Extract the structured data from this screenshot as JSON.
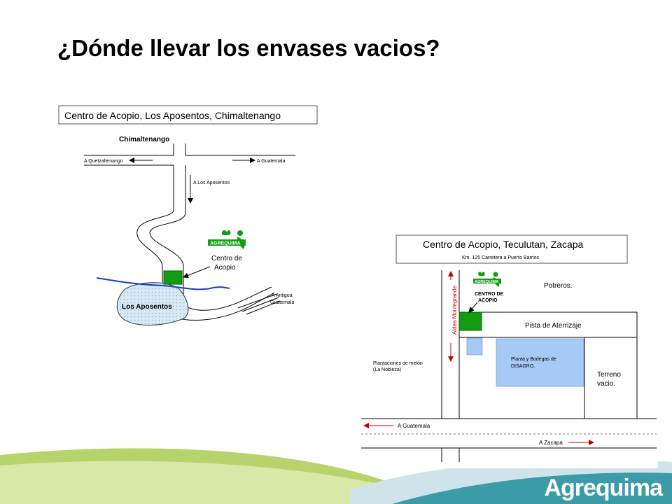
{
  "slide": {
    "title": "¿Dónde llevar los envases vacios?"
  },
  "map1": {
    "title": "Centro de Acopio, Los Aposentos, Chimaltenango",
    "town": "Chimaltenango",
    "to_quetzaltenango": "A Quetzaltenango",
    "to_guatemala": "A Guatemala",
    "to_aposentos": "A Los Aposentos",
    "center_label_1": "Centro de",
    "center_label_2": "Acopio",
    "lake_label": "Los Aposentos",
    "to_antigua_1": "A Antigua",
    "to_antigua_2": "Guatemala",
    "logo_word": "AGREQUIMA",
    "colors": {
      "center": "#129c12",
      "river": "#1a3ebf",
      "lake": "#d6e9f5"
    }
  },
  "map2": {
    "title": "Centro de Acopio, Teculutan, Zacapa",
    "subtitle": "Km. 125 Carretera a Puerto Barrios",
    "potreros": "Potreros.",
    "center_label_1": "CENTRO DE",
    "center_label_2": "ACOPIO",
    "aldea": "Aldea Montegrande",
    "pista": "Pista de Aterrizaje",
    "plantaciones_1": "Plantaciones de melón",
    "plantaciones_2": "(La Nobleza)",
    "planta_1": "Planta y Bodegas de",
    "planta_2": "DISAGRO.",
    "terreno_1": "Terreno",
    "terreno_2": "vacio.",
    "to_guatemala": "A Guatemala",
    "to_zacapa": "A Zacapa",
    "logo_word": "AGREQUIMA",
    "colors": {
      "center": "#129c12",
      "building": "#a7c9f5",
      "road_arrow": "#c00000"
    }
  },
  "footer": {
    "brand": "Agrequima",
    "colors": {
      "green": "#b7d36b",
      "teal": "#3b9ba6",
      "light": "#cfe3ea"
    }
  }
}
